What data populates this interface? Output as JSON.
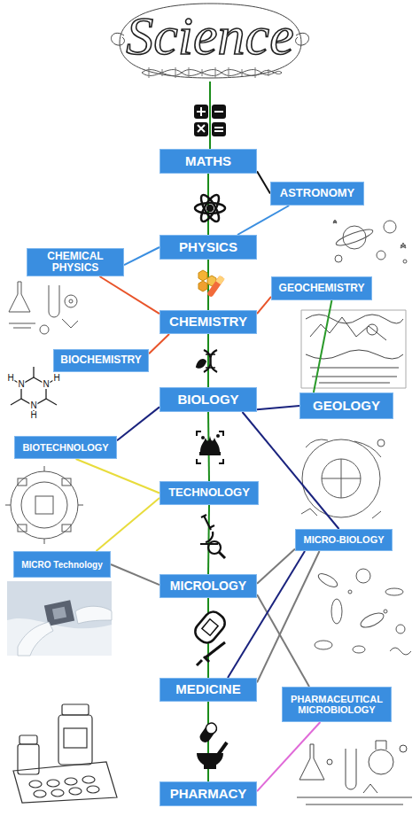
{
  "diagram": {
    "title": "Science",
    "nodes": [
      {
        "text": [
          "MATHS"
        ]
      },
      {
        "text": [
          "ASTRONOMY"
        ]
      },
      {
        "text": [
          "PHYSICS"
        ]
      },
      {
        "text": [
          "CHEMICAL PHYSICS"
        ]
      },
      {
        "text": [
          "GEOCHEMISTRY"
        ]
      },
      {
        "text": [
          "CHEMISTRY"
        ]
      },
      {
        "text": [
          "BIOCHEMISTRY"
        ]
      },
      {
        "text": [
          "BIOLOGY"
        ]
      },
      {
        "text": [
          "GEOLOGY"
        ]
      },
      {
        "text": [
          "BIOTECHNOLOGY"
        ]
      },
      {
        "text": [
          "TECHNOLOGY"
        ]
      },
      {
        "text": [
          "MICRO-BIOLOGY"
        ]
      },
      {
        "text": [
          "MICRO Technology"
        ]
      },
      {
        "text": [
          "MICROLOGY"
        ]
      },
      {
        "text": [
          "MEDICINE"
        ]
      },
      {
        "text": [
          "PHARMACEUTICAL MICROBIOLOGY"
        ]
      },
      {
        "text": [
          "PHARMACY"
        ]
      }
    ],
    "edges": [
      {
        "from": 0,
        "to": 1,
        "arrow": "none"
      },
      {
        "from": 0,
        "to": 2,
        "arrow": "none"
      },
      {
        "from": 2,
        "to": 1,
        "arrow": "none"
      },
      {
        "from": 2,
        "to": 3,
        "arrow": "none"
      },
      {
        "from": 2,
        "to": 5,
        "arrow": "none"
      },
      {
        "from": 3,
        "to": 5,
        "arrow": "none"
      },
      {
        "from": 5,
        "to": 4,
        "arrow": "none"
      },
      {
        "from": 4,
        "to": 8,
        "arrow": "none"
      },
      {
        "from": 5,
        "to": 6,
        "arrow": "none"
      },
      {
        "from": 5,
        "to": 7,
        "arrow": "none"
      },
      {
        "from": 7,
        "to": 8,
        "arrow": "none"
      },
      {
        "from": 7,
        "to": 9,
        "arrow": "none"
      },
      {
        "from": 7,
        "to": 11,
        "arrow": "none"
      },
      {
        "from": 7,
        "to": 10,
        "arrow": "none"
      },
      {
        "from": 9,
        "to": 10,
        "arrow": "none"
      },
      {
        "from": 10,
        "to": 12,
        "arrow": "none"
      },
      {
        "from": 10,
        "to": 13,
        "arrow": "none"
      },
      {
        "from": 12,
        "to": 13,
        "arrow": "none"
      },
      {
        "from": 13,
        "to": 11,
        "arrow": "none"
      },
      {
        "from": 13,
        "to": 15,
        "arrow": "none"
      },
      {
        "from": 11,
        "to": 14,
        "arrow": "none"
      },
      {
        "from": 11,
        "to": 14,
        "arrow": "none"
      },
      {
        "from": 13,
        "to": 14,
        "arrow": "none"
      },
      {
        "from": 15,
        "to": 16,
        "arrow": "none"
      },
      {
        "from": 14,
        "to": 16,
        "arrow": "none"
      }
    ],
    "labels": [
      "H",
      "N",
      "N",
      "H",
      "N",
      "H"
    ]
  }
}
